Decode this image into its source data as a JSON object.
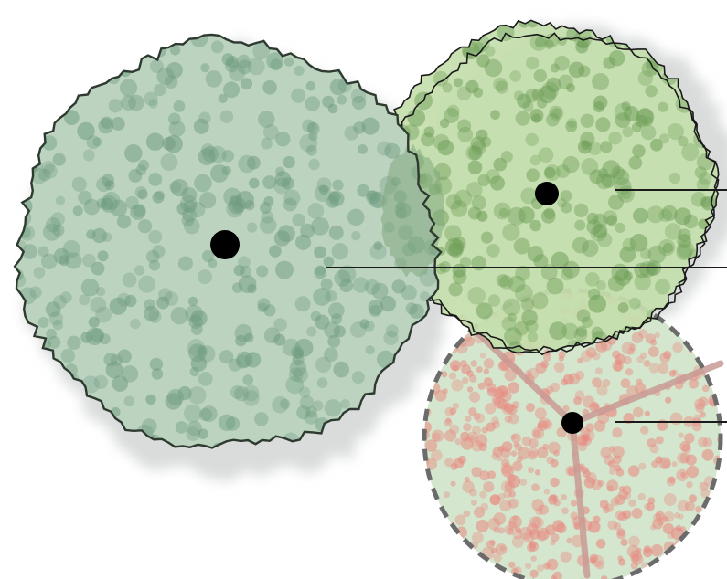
{
  "colors": {
    "background": "#ffffff",
    "shadow": "#d9dcdb",
    "left_fill": "#bcd3c0",
    "left_dots": "#6f9c80",
    "left_outline": "#2e3a30",
    "right_fill": "#c4deac",
    "right_dots": "#6e9d58",
    "right_outline": "#1a1a1a",
    "pie_fill": "#d4e6cd",
    "pie_dots": "#e88a82",
    "pie_dash": "#6b6b6b",
    "pie_spokes": "#c99a94",
    "center_dot": "#000000",
    "leader_line": "#1a1a1a"
  },
  "regions": [
    {
      "name": "left-cluster",
      "outline": "solid-jagged"
    },
    {
      "name": "upper-right-cluster",
      "outline": "double-jagged"
    },
    {
      "name": "lower-right-pie",
      "outline": "dashed-circle",
      "sectors": 3
    }
  ]
}
